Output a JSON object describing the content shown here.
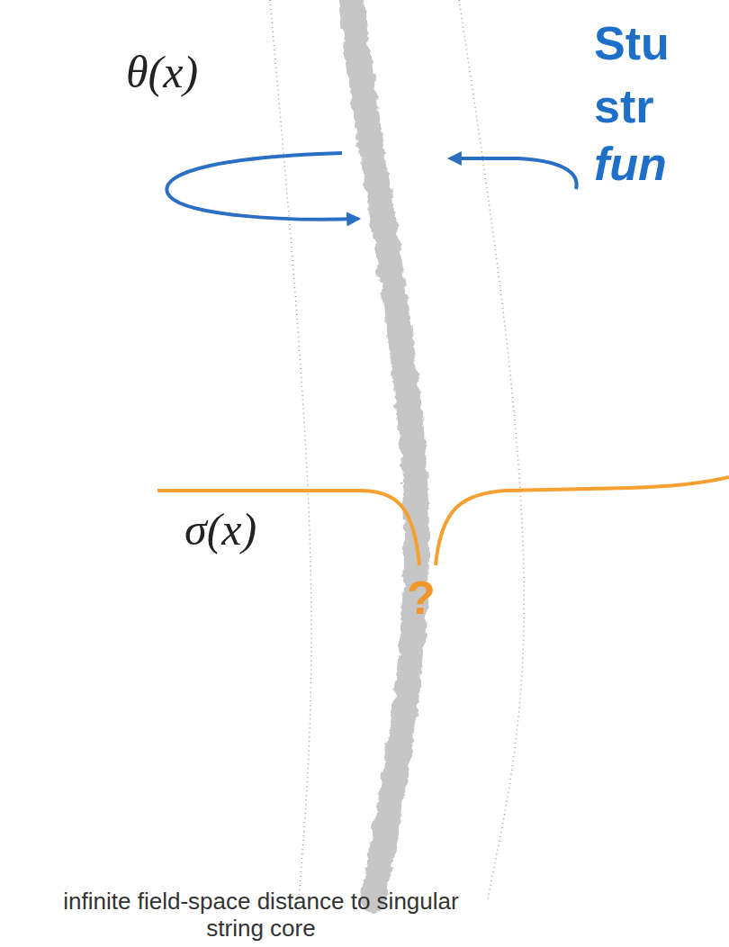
{
  "diagram": {
    "labels": [
      "θ(x)",
      "Stu",
      "str",
      "fun",
      "σ(x)",
      "?",
      "infinite field-space distance to singular string core"
    ]
  }
}
